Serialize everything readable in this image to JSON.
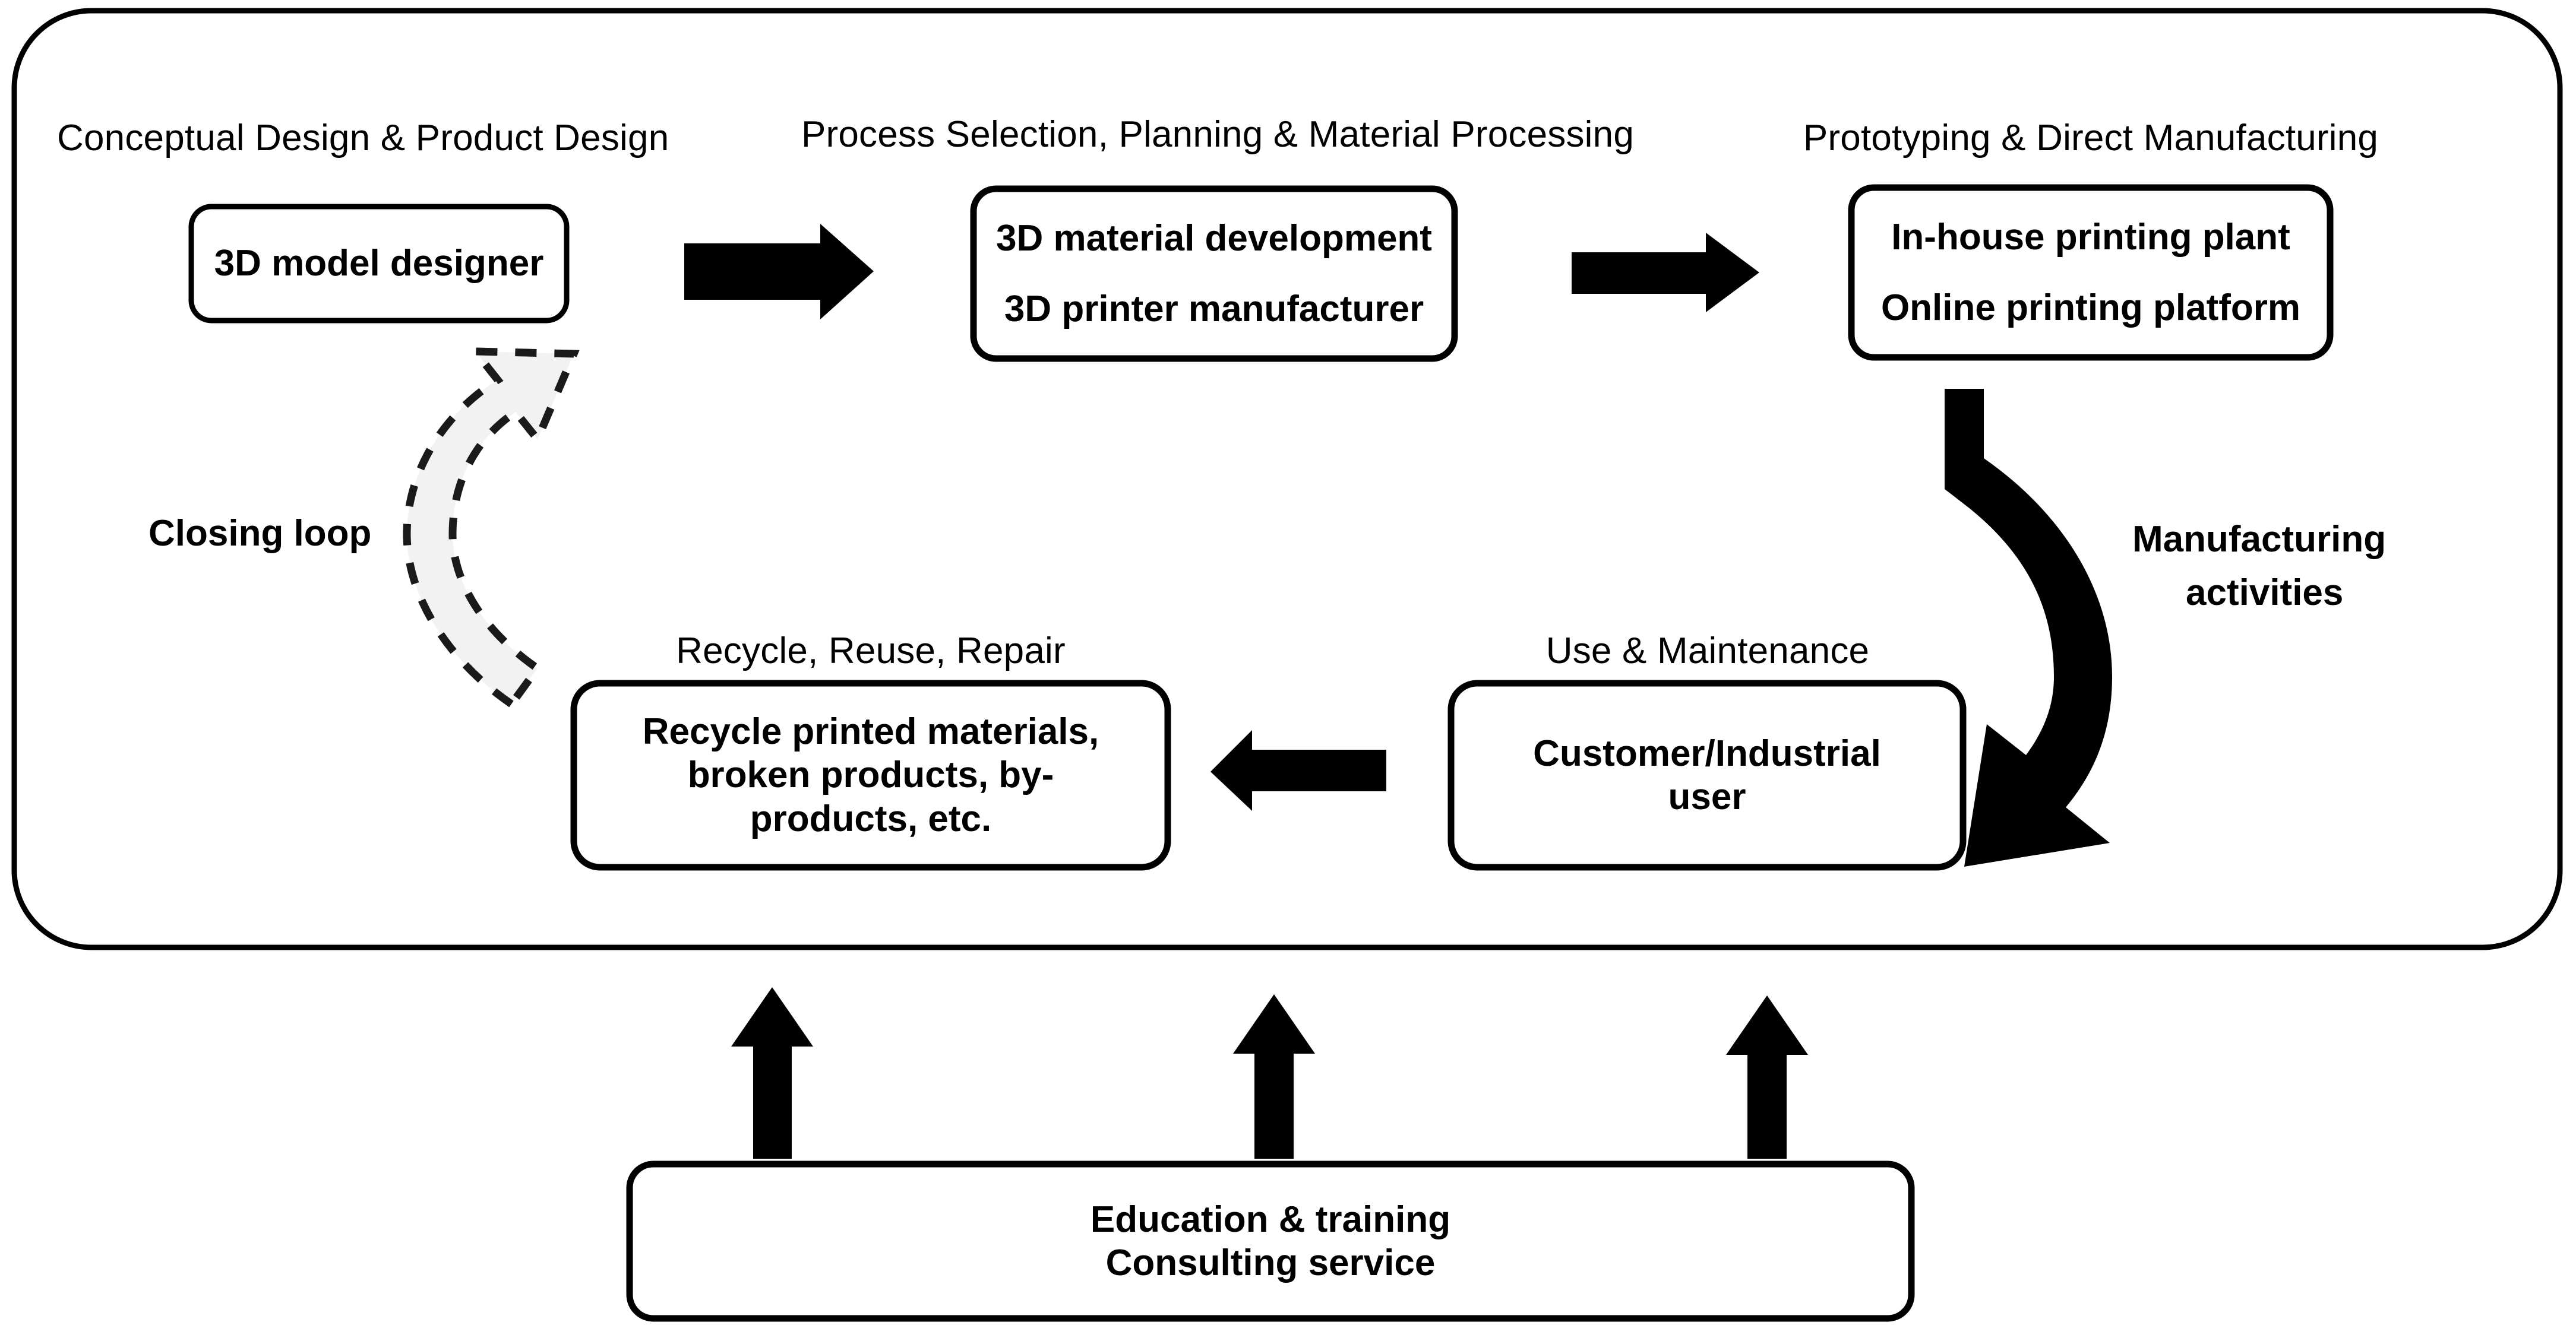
{
  "diagram": {
    "title_absent": true,
    "outer_container": {
      "name": "3D printing value chain loop",
      "shape": "rounded-rectangle"
    },
    "sections": [
      {
        "id": "conceptual",
        "header": "Conceptual Design & Product Design"
      },
      {
        "id": "process",
        "header": "Process Selection, Planning & Material Processing"
      },
      {
        "id": "prototyping",
        "header": "Prototyping & Direct Manufacturing"
      },
      {
        "id": "recycle",
        "header": "Recycle, Reuse, Repair"
      },
      {
        "id": "use",
        "header": "Use & Maintenance"
      }
    ],
    "boxes": [
      {
        "id": "designer-box",
        "lines": [
          "3D model designer"
        ]
      },
      {
        "id": "material-box",
        "lines": [
          "3D material development",
          "3D printer manufacturer"
        ]
      },
      {
        "id": "printing-box",
        "lines": [
          "In-house printing plant",
          "Online printing platform"
        ]
      },
      {
        "id": "recycle-box",
        "lines": [
          "Recycle printed materials,",
          "broken products, by-",
          "products, etc."
        ]
      },
      {
        "id": "user-box",
        "lines": [
          "Customer/Industrial",
          "user"
        ]
      },
      {
        "id": "education-box",
        "lines": [
          "Education & training",
          "Consulting service"
        ]
      }
    ],
    "annotations": [
      {
        "id": "closing-loop",
        "label": "Closing loop",
        "arrow": "dashed-curved-counterclockwise"
      },
      {
        "id": "manufacturing-activities",
        "label_line1": "Manufacturing",
        "label_line2": "activities",
        "arrow": "solid-curved-clockwise"
      }
    ],
    "arrows": [
      {
        "id": "arrow-design-to-process",
        "direction": "right",
        "style": "solid-block"
      },
      {
        "id": "arrow-process-to-prototyping",
        "direction": "right",
        "style": "solid-block"
      },
      {
        "id": "arrow-use-to-recycle",
        "direction": "left",
        "style": "solid-block"
      },
      {
        "id": "arrow-support-left",
        "direction": "up",
        "style": "solid-block"
      },
      {
        "id": "arrow-support-center",
        "direction": "up",
        "style": "solid-block"
      },
      {
        "id": "arrow-support-right",
        "direction": "up",
        "style": "solid-block"
      }
    ],
    "colors": {
      "stroke": "#000000",
      "fill": "#ffffff",
      "arrow_fill": "#000000",
      "dashed_arrow_fill": "#f2f2f2",
      "background": "#ffffff"
    }
  }
}
